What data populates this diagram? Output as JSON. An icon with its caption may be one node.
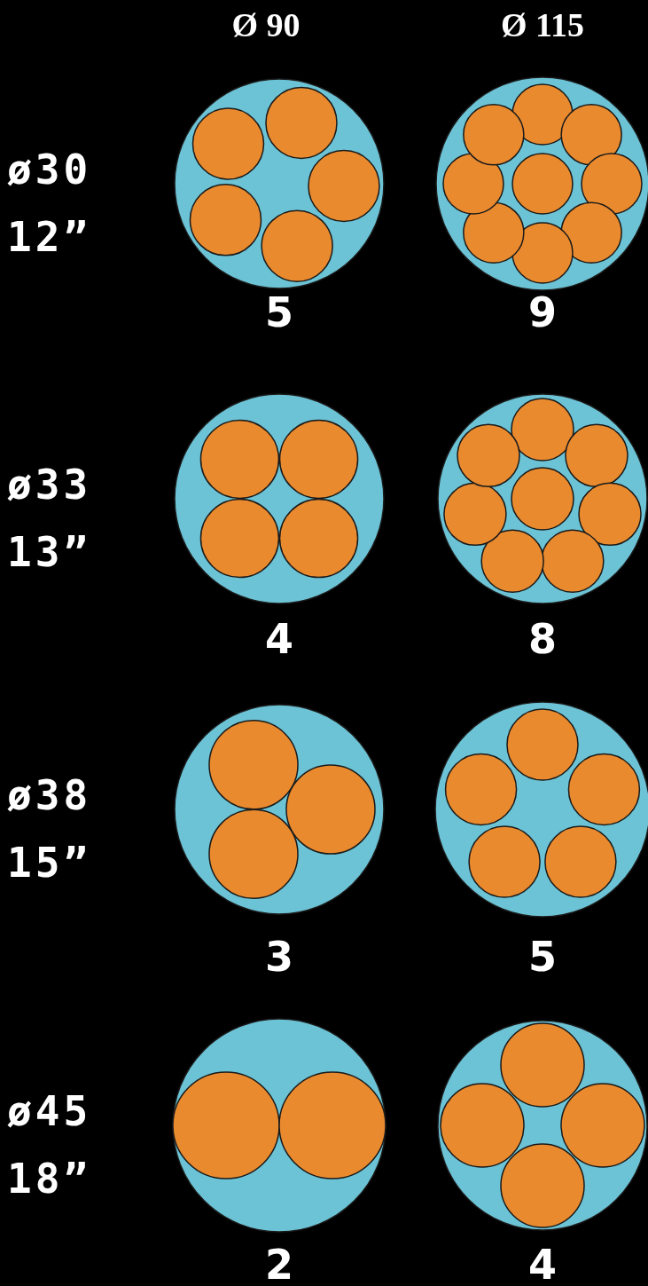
{
  "diagram": {
    "labels": [
      "Ø 90",
      "Ø 115",
      "ø30",
      "12”",
      "5",
      "9",
      "ø33",
      "13”",
      "4",
      "8",
      "ø38",
      "15”",
      "3",
      "5",
      "ø45",
      "18”",
      "2",
      "4"
    ]
  }
}
